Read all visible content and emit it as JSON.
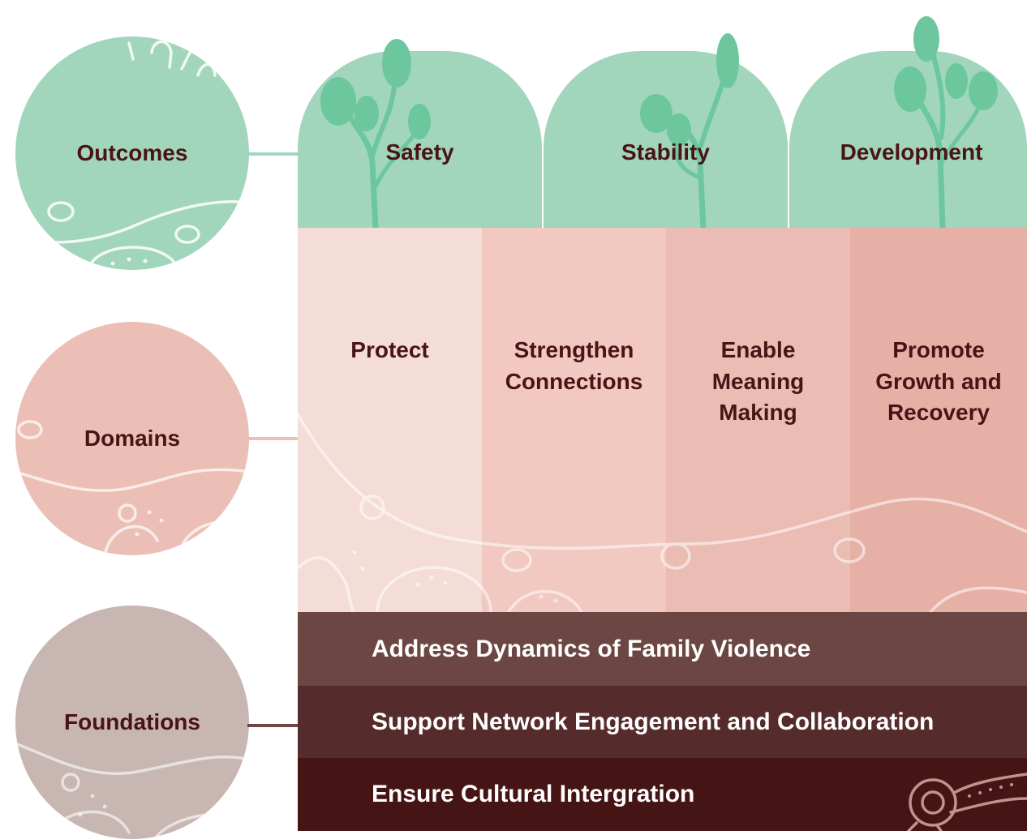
{
  "rows": {
    "outcomes_label": "Outcomes",
    "domains_label": "Domains",
    "foundations_label": "Foundations"
  },
  "outcomes": [
    "Safety",
    "Stability",
    "Development"
  ],
  "domains": [
    "Protect",
    "Strengthen Connections",
    "Enable Meaning Making",
    "Promote Growth and Recovery"
  ],
  "foundations": [
    "Address Dynamics of Family Violence",
    "Support Network Engagement and Collaboration",
    "Ensure Cultural Intergration"
  ],
  "colors": {
    "outcome_green": "#a1d5bc",
    "plant_green": "#6cc79f",
    "domain_pink_1": "#f4ddd7",
    "domain_pink_2": "#f1c9c1",
    "domain_pink_3": "#ebbcb4",
    "domain_pink_4": "#e7b0a7",
    "domain_circle": "#ebbfb6",
    "foundation_circle": "#c8b6b2",
    "band_1": "#6b4642",
    "band_2": "#552b2b",
    "band_3": "#451516",
    "text_dark": "#4a1416"
  }
}
